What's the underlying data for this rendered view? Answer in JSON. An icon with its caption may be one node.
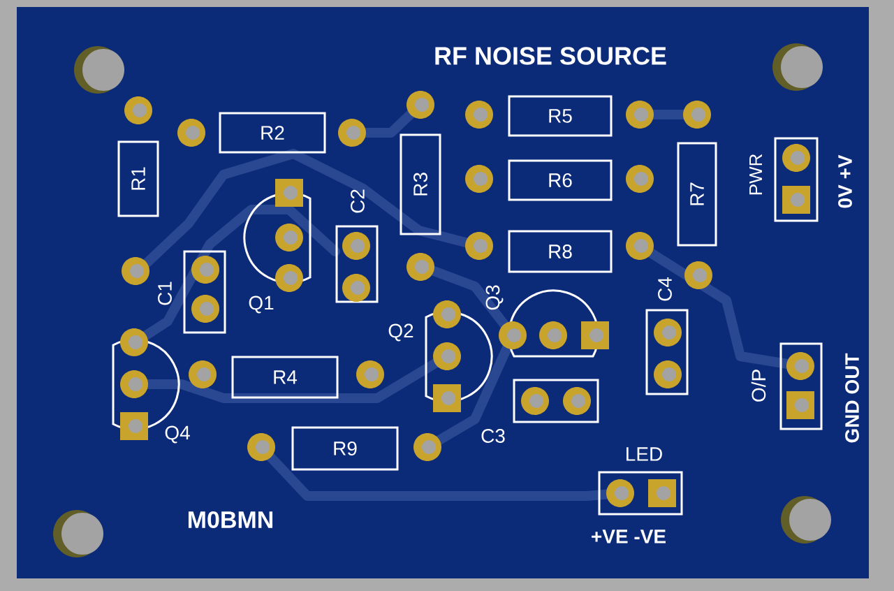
{
  "diagram": {
    "title": "RF NOISE SOURCE",
    "nodes": [
      {
        "text": [
          "R5"
        ]
      },
      {
        "text": [
          "R2"
        ]
      },
      {
        "text": [
          "R1"
        ]
      },
      {
        "text": [
          "R3"
        ]
      },
      {
        "text": [
          "R6"
        ]
      },
      {
        "text": [
          "R7"
        ]
      },
      {
        "text": [
          "R8"
        ]
      },
      {
        "text": [
          "R4"
        ]
      },
      {
        "text": [
          "R9"
        ]
      }
    ],
    "labels": [
      "PWR",
      "0V +V",
      "C2",
      "Q1",
      "C1",
      "C4",
      "Q3",
      "Q2",
      "O/P",
      "GND OUT",
      "Q4",
      "C3",
      "LED",
      "M0BMN",
      "+VE -VE"
    ]
  }
}
